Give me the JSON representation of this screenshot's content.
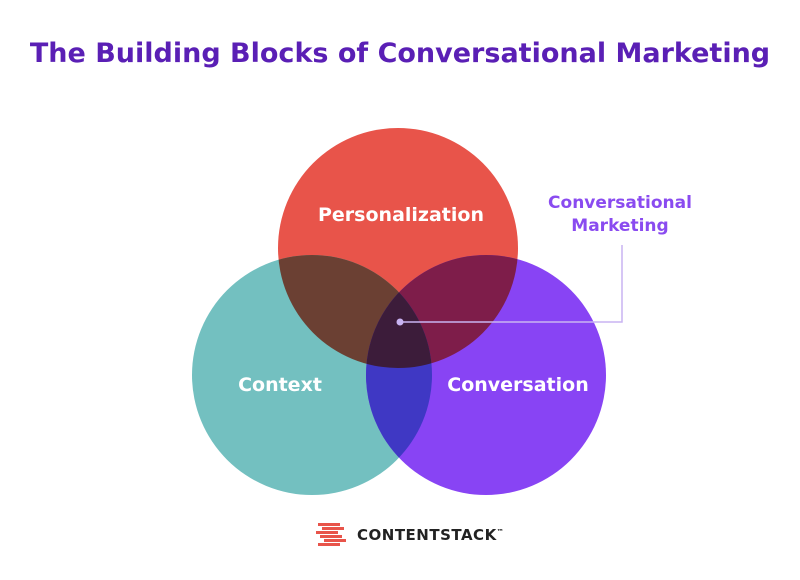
{
  "title": "The Building Blocks of Conversational Marketing",
  "circles": {
    "personalization": {
      "label": "Personalization",
      "color": "#e8544a"
    },
    "context": {
      "label": "Context",
      "color": "#73c0c0"
    },
    "conversation": {
      "label": "Conversation",
      "color": "#8844f4"
    }
  },
  "overlaps": {
    "personalization_context": "#6b4033",
    "personalization_conversation": "#7e1d4a",
    "context_conversation": "#3f38c4",
    "center": "#3c1c3a"
  },
  "callout": {
    "line1": "Conversational",
    "line2": "Marketing",
    "color": "#8a4bf0"
  },
  "logo": {
    "text": "CONTENTSTACK",
    "tm": "™",
    "mark_color": "#e8544a"
  }
}
